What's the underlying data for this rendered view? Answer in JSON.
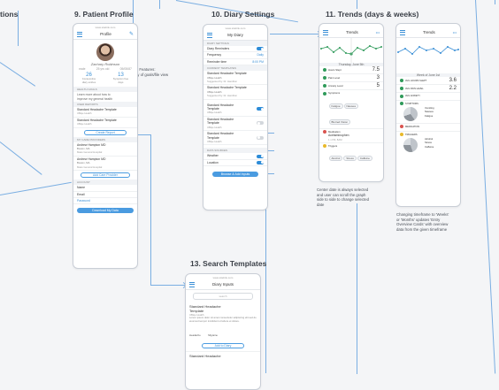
{
  "headings": {
    "left_cut": "tions",
    "profile": "9. Patient Profile",
    "diary_settings": "10. Diary Settings",
    "trends": "11. Trends (days & weeks)",
    "search_templates": "13. Search Templates"
  },
  "notes": {
    "profile": "Profile Features:\nHistory of goals/file view",
    "trends_center": "Center date is always selected\nand user can scroll the graph\nside to side to change selected\ndate",
    "trends_weeks": "Changing timeframe to 'Weeks'\nor 'Months' updates 'Entry\nOverview Cards' with overview\ndata from the given timeframe"
  },
  "profile": {
    "url": "www.sitelink.com",
    "title": "Profile",
    "name": "Zachary Robinson",
    "stats": [
      {
        "value": "26",
        "label": "Consecutive\ndiary entries"
      },
      {
        "value": "13",
        "label": "Symptom free\ndays"
      }
    ],
    "meta": [
      "male",
      "25 yrs old",
      "05/05/87"
    ],
    "health_goals_label": "HEALTH GOALS",
    "goals": [
      "Learn more about how to",
      "improve my general health"
    ],
    "user_reports_label": "USER REPORTS",
    "reports": [
      "Standard Headache Template",
      "Standard Headache Template"
    ],
    "report_sub": "UBiqe Health",
    "create_report": "Create Report",
    "care_providers_label": "MY CARE PROVIDERS",
    "providers": [
      {
        "name": "Andrew Hampton MD",
        "city": "Boston, MA",
        "org": "Mass General Hospital"
      },
      {
        "name": "Andrew Hampton MD",
        "city": "Boston, MA",
        "org": "Mass General Hospital"
      }
    ],
    "add_provider": "Add Care Provider",
    "account_label": "ACCOUNT",
    "account_fields": [
      "Name",
      "Email",
      "Password"
    ],
    "download": "Download My Data"
  },
  "diary": {
    "url": "www.sitelink.com",
    "title": "My Diary",
    "settings_label": "DIARY SETTINGS",
    "rows": [
      {
        "label": "Diary Reminders",
        "toggle": "on"
      },
      {
        "label": "Frequency",
        "value": "Daily"
      },
      {
        "label": "Reminder time",
        "value": "8:00 PM"
      }
    ],
    "templates_label": "CURRENT TEMPLATES",
    "templates": [
      {
        "name": "Standard Headache Template",
        "sub": "UBiqe Health",
        "sub2": "Suggested by: Dr. Hamilton"
      },
      {
        "name": "Standard Headache Template",
        "sub": "UBiqe Health",
        "sub2": "Suggested by: Dr. Hamilton"
      }
    ],
    "other_templates": [
      {
        "name": "Standard Headache\nTemplate",
        "sub": "UBiqe Health",
        "toggle": "on"
      },
      {
        "name": "Standard Headache\nTemplate",
        "sub": "UBiqe Health",
        "toggle": "off"
      },
      {
        "name": "Standard Headache\nTemplate",
        "sub": "UBiqe Health",
        "toggle": "off"
      }
    ],
    "data_label": "DATA SOURCES",
    "data_rows": [
      {
        "label": "Weather",
        "toggle": "on"
      },
      {
        "label": "Location",
        "toggle": "on"
      }
    ],
    "button": "Browse & Add Inputs"
  },
  "trends_days": {
    "title": "Trends",
    "date_label": "Thursday, June 5th",
    "entries": [
      {
        "label": "Hours Slept",
        "value": "7.5",
        "color": "#2f9a5a"
      },
      {
        "label": "Pain Level",
        "value": "3",
        "color": "#2f9a5a"
      },
      {
        "label": "Anxiety Level",
        "value": "5",
        "color": "#2f9a5a"
      },
      {
        "label": "Symptoms",
        "chips": [
          "Fatigue",
          "Nausea",
          "Blurred Vision"
        ],
        "color": "#2f9a5a"
      },
      {
        "label": "Medication",
        "lines": [
          "Acetaminophen",
          "1 x Pill, 8AM"
        ],
        "color": "#d9534f"
      },
      {
        "label": "Triggers",
        "chips": [
          "Alcohol",
          "Stress",
          "Caffeine"
        ],
        "color": "#e8b92a"
      }
    ]
  },
  "trends_weeks": {
    "title": "Trends",
    "date_label": "Week of June 1st",
    "entries": [
      {
        "label": "AVG HOURS SLEPT",
        "value": "3.6",
        "color": "#2f9a5a"
      },
      {
        "label": "AVG PAIN LEVEL",
        "value": "2.2",
        "color": "#2f9a5a"
      },
      {
        "label": "AVG ANXIETY",
        "value": "",
        "color": "#2f9a5a"
      },
      {
        "label": "SYMPTOMS",
        "legend": [
          "Vomiting",
          "Nausea",
          "Fatigue"
        ],
        "color": "#2f9a5a"
      },
      {
        "label": "MEDICATION",
        "value": "",
        "color": "#d9534f"
      },
      {
        "label": "TRIGGERS",
        "legend": [
          "Alcohol",
          "Stress",
          "Caffeine"
        ],
        "color": "#e8b92a"
      }
    ]
  },
  "search": {
    "url": "www.sitelink.com",
    "title": "Diary Inputs",
    "search_placeholder": "search",
    "result_name": "Standard Headache\nTemplate",
    "result_sub": "UBiqe Health",
    "result_desc": "Lorem ipsum dolor sit amet consectetur adipiscing elit sed do eiusmod tempor incididunt ut labore et dolore.",
    "tags": [
      "Headache",
      "Migraine"
    ],
    "add_button": "Add to Diary",
    "next_name": "Standard Headache"
  },
  "colors": {
    "accent": "#3a8fd6",
    "chart_line": "#2f9a5a",
    "connector": "#7aaee2"
  }
}
